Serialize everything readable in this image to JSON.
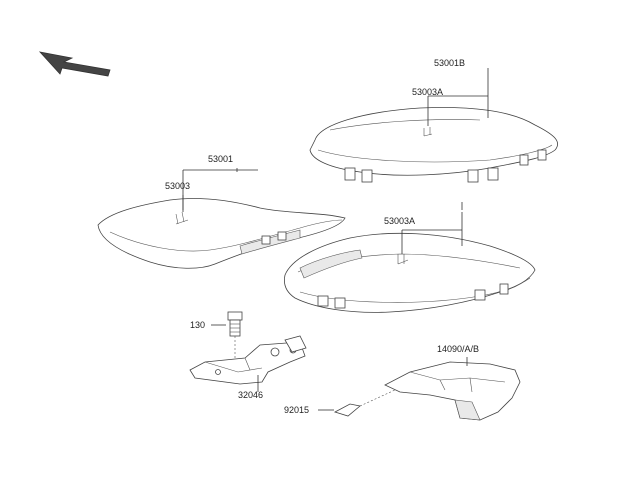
{
  "labels": {
    "seat_cover_rear": "53001B",
    "seat_cover_rear_part_a": "53003A",
    "seat_front": "53001",
    "seat_front_part": "53003",
    "seat_rear_part_a": "53003A",
    "bolt": "130",
    "bracket": "32046",
    "cover_tail": "14090/A/B",
    "clip": "92015"
  },
  "icons": {
    "direction": "front-direction-arrow-icon"
  }
}
